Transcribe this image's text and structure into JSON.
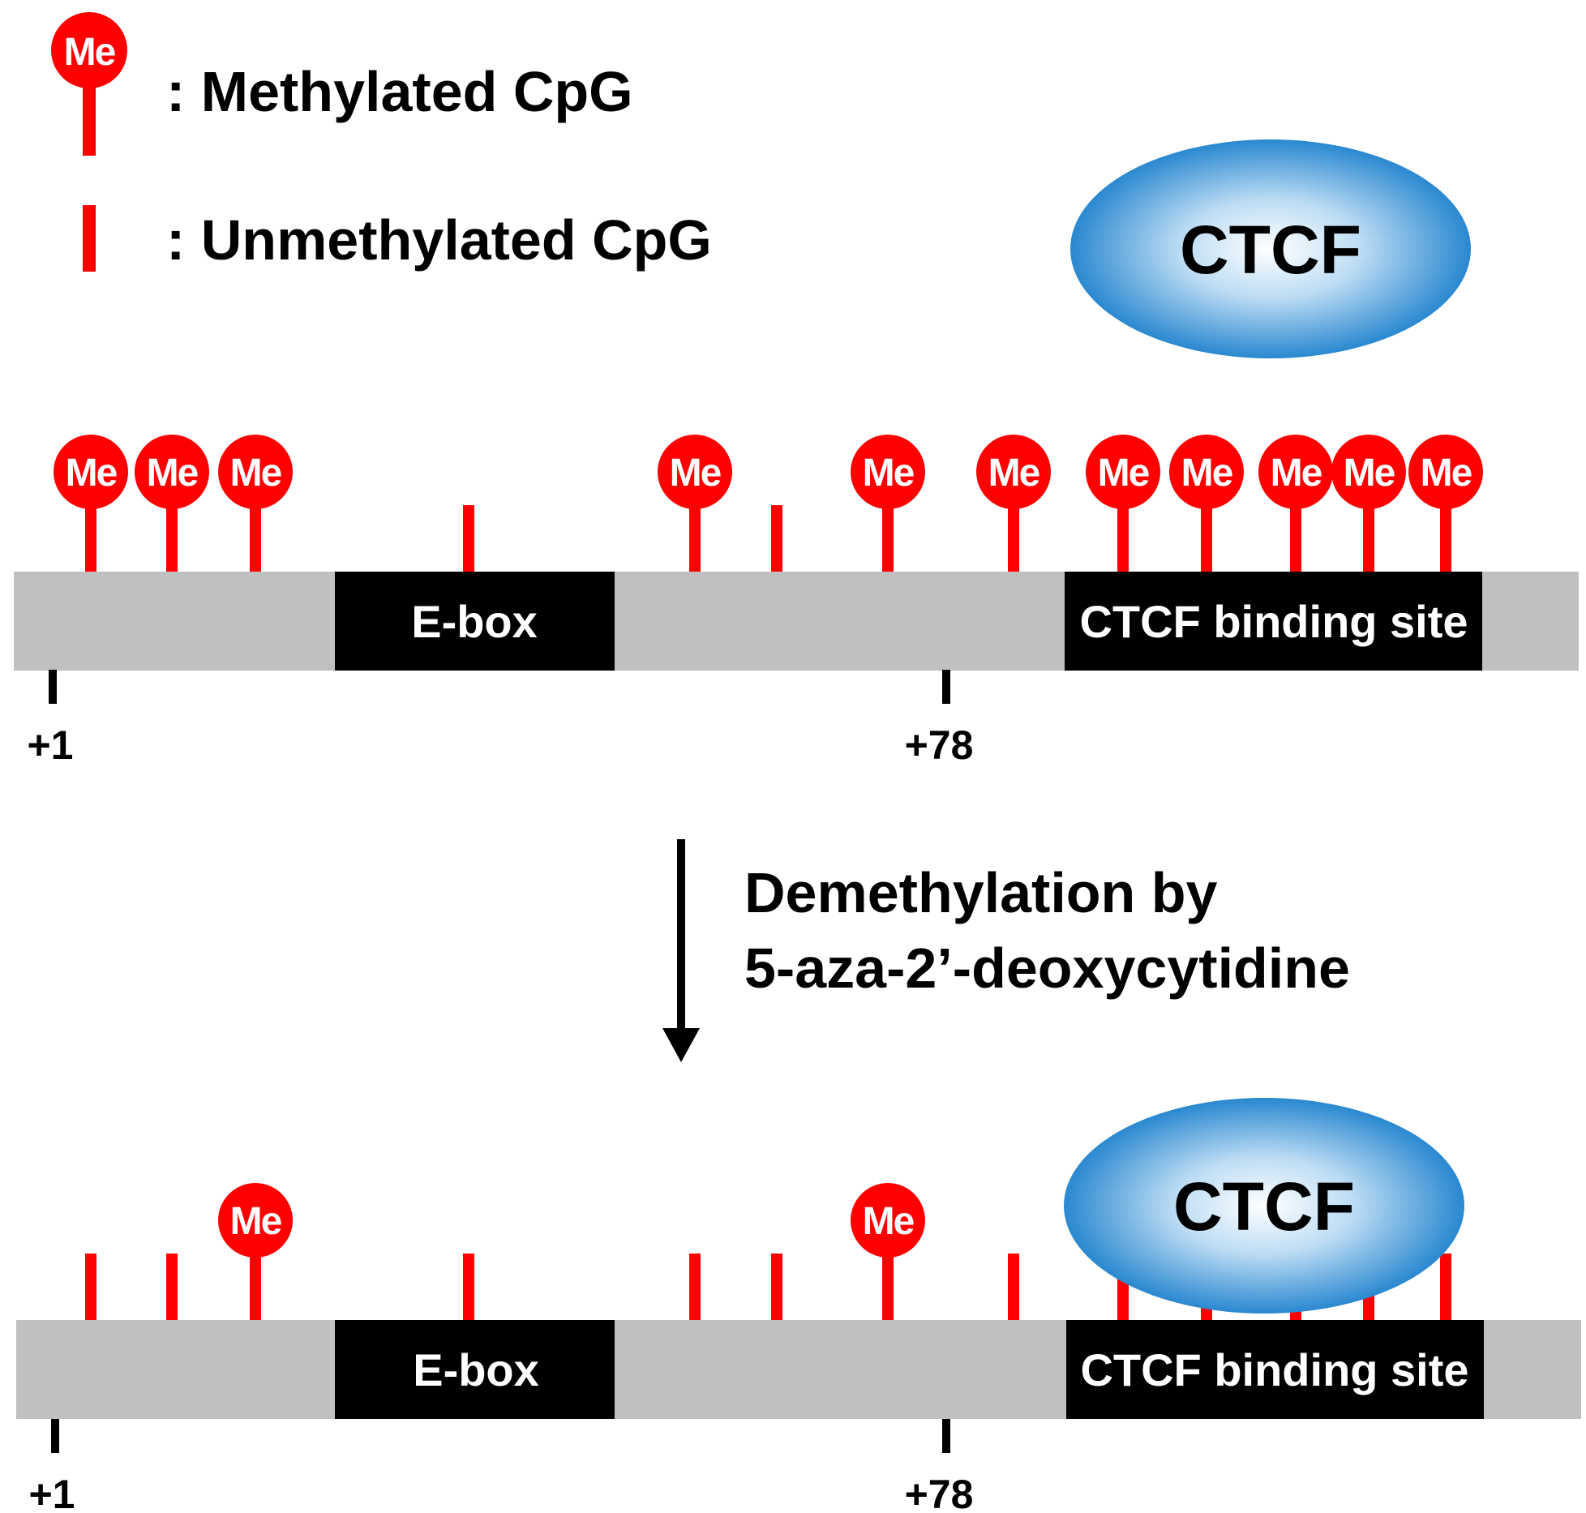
{
  "legend": {
    "methylated_label": ": Methylated CpG",
    "unmethylated_label": ": Unmethylated CpG",
    "me_label": "Me"
  },
  "colors": {
    "cpg_red": "#ff0000",
    "dna_gray": "#c0c0c0",
    "region_black": "#000000",
    "ctcf_blue": "#2a88d0"
  },
  "protein_label": "CTCF",
  "top_panel": {
    "ebox_label": "E-box",
    "ctcf_site_label": "CTCF binding site",
    "pos1_label": "+1",
    "pos78_label": "+78",
    "cpg_methylated": [
      true,
      true,
      true,
      false,
      true,
      false,
      true,
      true,
      true,
      true,
      true,
      true,
      true
    ],
    "ctcf_bound": false
  },
  "transition": {
    "line1": "Demethylation by",
    "line2": "5-aza-2’-deoxycytidine"
  },
  "bottom_panel": {
    "ebox_label": "E-box",
    "ctcf_site_label": "CTCF binding site",
    "pos1_label": "+1",
    "pos78_label": "+78",
    "cpg_methylated": [
      false,
      false,
      true,
      false,
      false,
      false,
      true,
      false,
      false,
      false,
      false,
      false,
      false
    ],
    "ctcf_bound": true
  }
}
